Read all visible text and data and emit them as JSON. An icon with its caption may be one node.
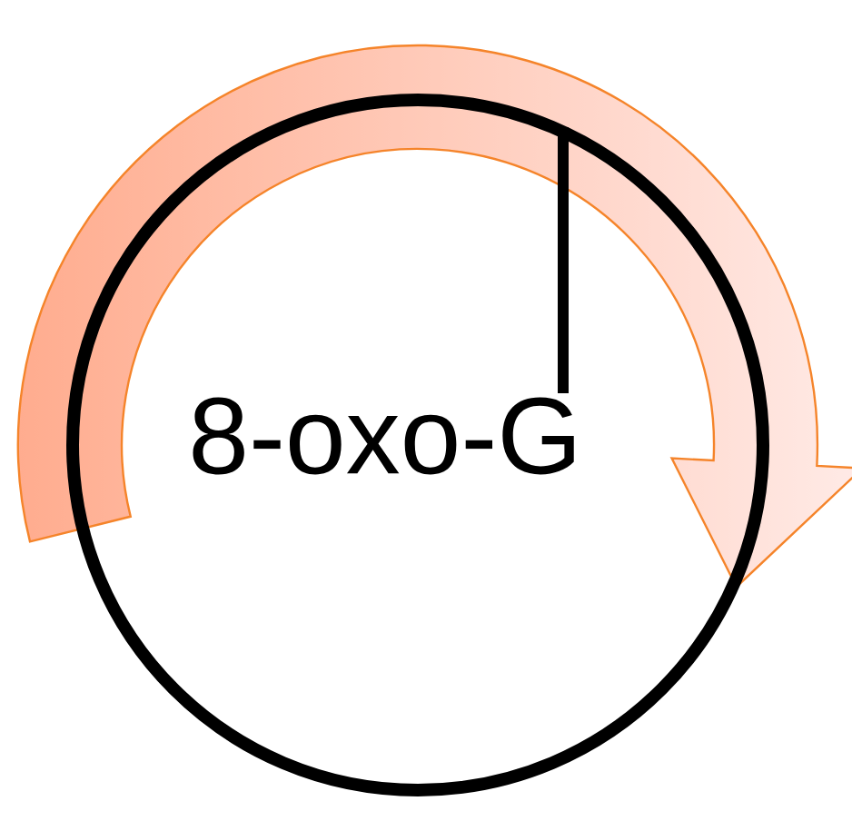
{
  "diagram": {
    "nodes": [
      {
        "text": [
          "8-oxo-G"
        ],
        "in": 1
      },
      {
        "text": [],
        "shape": "circle"
      }
    ],
    "edges": [
      {
        "from": 0,
        "to": 1,
        "arrow": "none"
      }
    ]
  }
}
